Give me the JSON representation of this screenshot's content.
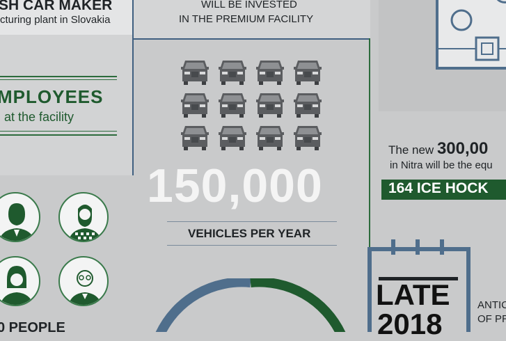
{
  "left_top": {
    "title_line": "SH CAR MAKER",
    "subtitle_line": "cturing plant in Slovakia"
  },
  "left_mid": {
    "headline": "MPLOYEES",
    "sub": "at the facility"
  },
  "left_bottom": {
    "caption": "0 PEOPLE"
  },
  "center_top": {
    "line1": "WILL BE INVESTED",
    "line2": "IN THE PREMIUM  FACILITY"
  },
  "center": {
    "big_number": "150,000",
    "label": "VEHICLES PER YEAR"
  },
  "right_mid": {
    "line1_prefix": "The new ",
    "line1_number": "300,00",
    "line2": "in Nitra will be the equ",
    "banner": "164 ICE HOCK"
  },
  "right_bottom": {
    "calendar_line1": "LATE",
    "calendar_line2": "2018",
    "side_line1": "ANTIC",
    "side_line2": "OF PR"
  },
  "colors": {
    "background": "#c9cacb",
    "green": "#1f5a2e",
    "navy": "#3f5f80"
  }
}
